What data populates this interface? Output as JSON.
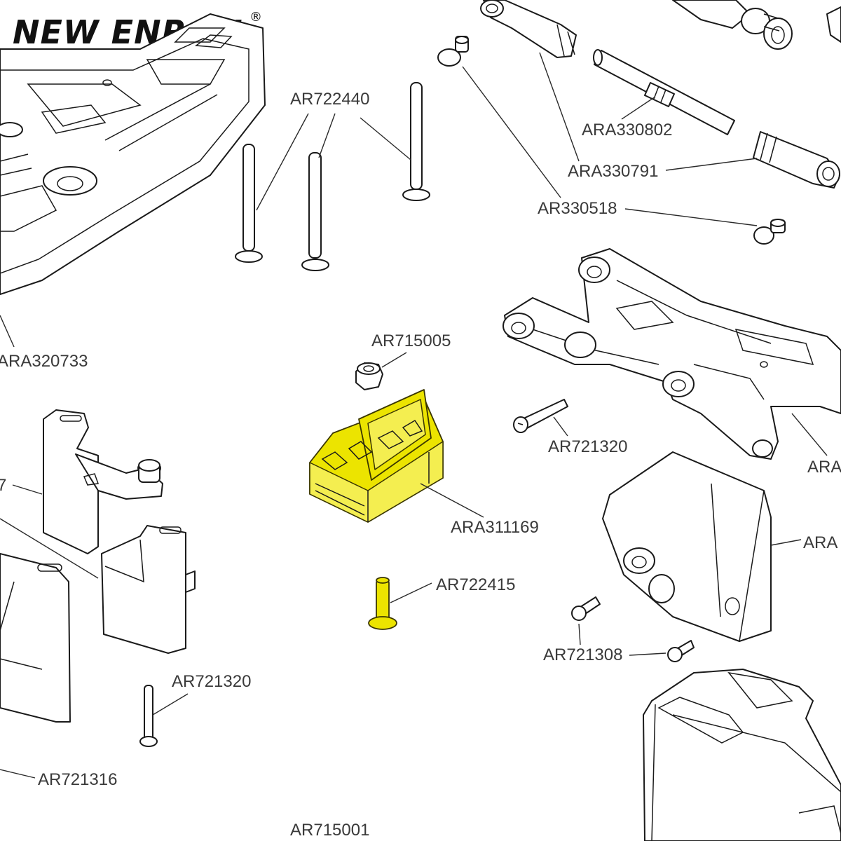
{
  "brand": {
    "name": "NEW ENRON",
    "mark": "®"
  },
  "labels": {
    "ar722440": "AR722440",
    "ara330802": "ARA330802",
    "ara330791": "ARA330791",
    "ar330518": "AR330518",
    "ara320733": "ARA320733",
    "ar715005": "AR715005",
    "ar721320_right": "AR721320",
    "ara311169": "ARA311169",
    "ar722415": "AR722415",
    "ar721308": "AR721308",
    "ar721320_left": "AR721320",
    "ar721316": "AR721316",
    "ar715001": "AR715001",
    "cut_ara_1": "ARA",
    "cut_ara_2": "ARA",
    "cut_7": "7"
  },
  "colors": {
    "highlight": "#ece400",
    "line": "#1a1a1a",
    "background": "#ffffff"
  }
}
